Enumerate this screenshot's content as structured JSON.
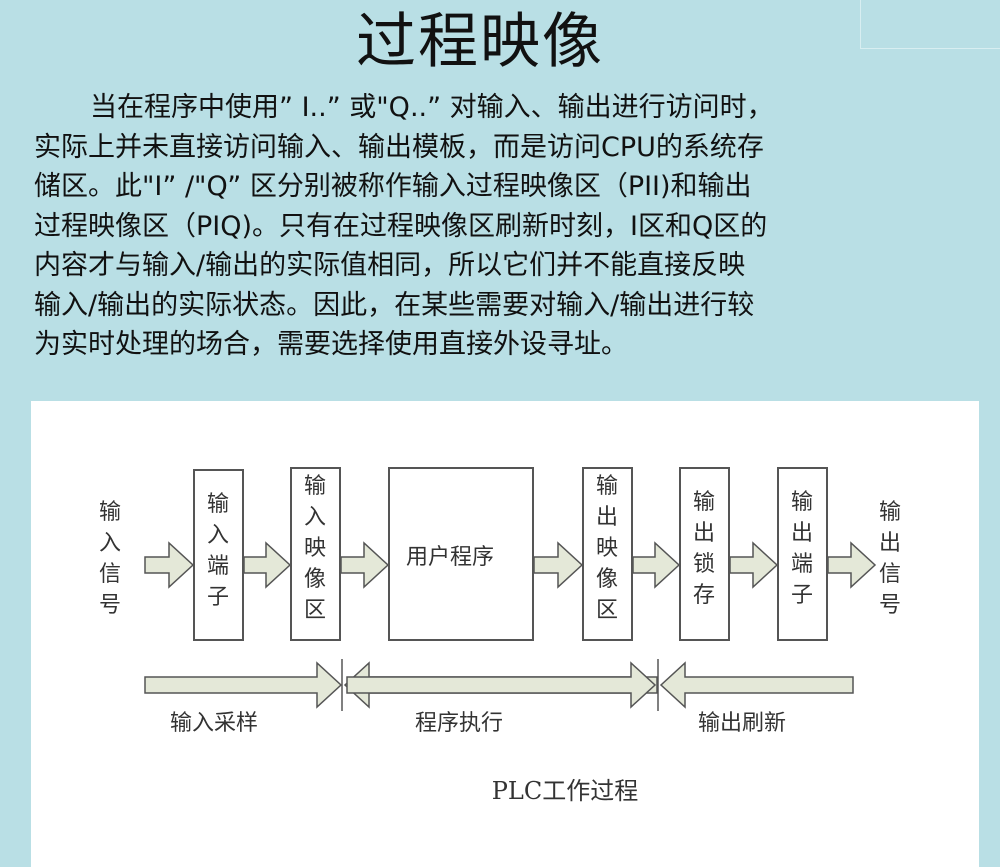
{
  "title": "过程映像",
  "paragraph": [
    "当在程序中使用” I..” 或\"Q..” 对输入、输出进行访问时，",
    "实际上并未直接访问输入、输出模板，而是访问CPU的系统存",
    "储区。此\"I” /\"Q” 区分别被称作输入过程映像区（PII)和输出",
    "过程映像区（PIQ)。只有在过程映像区刷新时刻，I区和Q区的",
    "内容才与输入/输出的实际值相同，所以它们并不能直接反映",
    "输入/输出的实际状态。因此，在某些需要对输入/输出进行较",
    "为实时处理的场合，需要选择使用直接外设寻址。"
  ],
  "diagram": {
    "input_signal": "输入信号",
    "output_signal": "输出信号",
    "boxes": [
      "输入端子",
      "输入映像区",
      "用户程序",
      "输出映像区",
      "输出锁存",
      "输出端子"
    ],
    "phases": [
      "输入采样",
      "程序执行",
      "输出刷新"
    ],
    "caption": "PLC工作过程"
  },
  "colors": {
    "background": "#b9dfe5",
    "arrow_fill": "#e4e8d8",
    "arrow_stroke": "#555555"
  }
}
